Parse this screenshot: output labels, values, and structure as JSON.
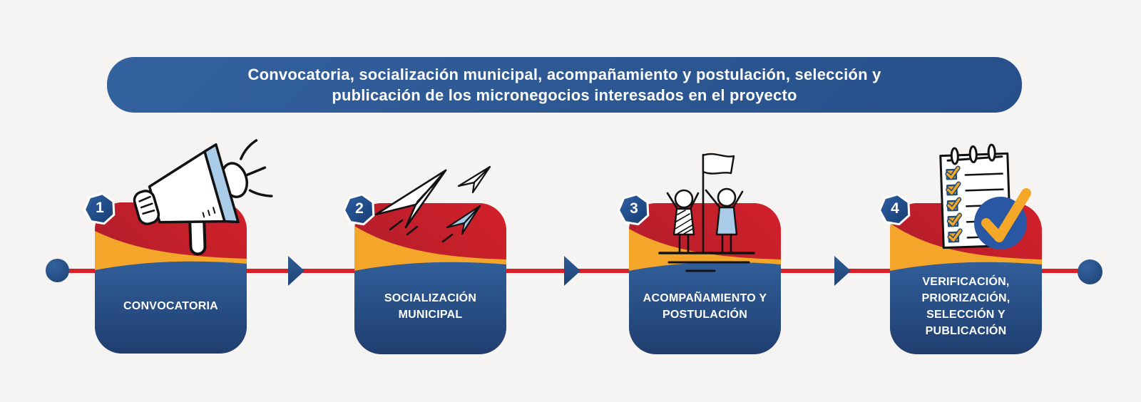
{
  "title_banner": {
    "text": "Convocatoria, socialización municipal, acompañamiento y postulación, selección y publicación de los micronegocios interesados en el proyecto"
  },
  "steps": [
    {
      "number": "1",
      "label": "CONVOCATORIA",
      "icon": "megaphone-icon"
    },
    {
      "number": "2",
      "label": "SOCIALIZACIÓN MUNICIPAL",
      "icon": "paper-planes-icon"
    },
    {
      "number": "3",
      "label": "ACOMPAÑAMIENTO Y POSTULACIÓN",
      "icon": "people-flag-icon"
    },
    {
      "number": "4",
      "label": "VERIFICACIÓN, PRIORIZACIÓN, SELECCIÓN Y PUBLICACIÓN",
      "icon": "checklist-icon"
    }
  ],
  "colors": {
    "background": "#F5F4F3",
    "banner_blue": "#2C5792",
    "card_red_dark": "#9E1B2C",
    "card_red_bright": "#CF202B",
    "card_yellow": "#F3A62A",
    "card_blue_top": "#315E99",
    "card_blue_bottom": "#1F3E6F",
    "timeline_red": "#DC2027",
    "node_blue": "#274F86",
    "accent_light_blue": "#A9CDE8",
    "check_orange": "#F5A728",
    "ink": "#121212"
  }
}
